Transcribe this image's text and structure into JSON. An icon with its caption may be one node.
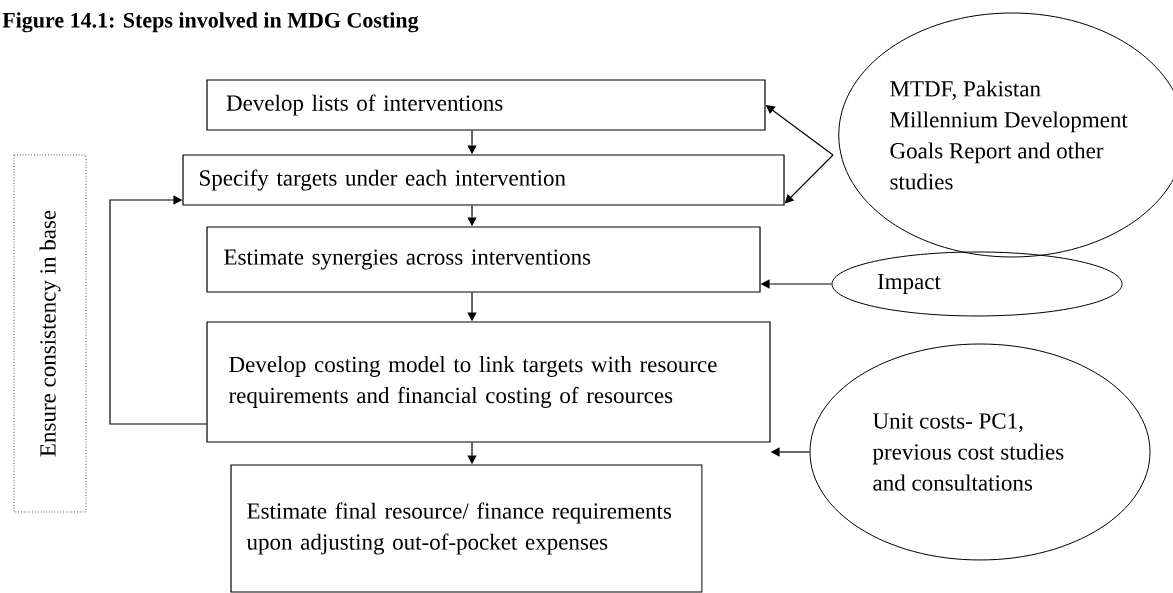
{
  "diagram": {
    "title": "Figure 14.1: Steps involved in MDG Costing",
    "nodes": [
      {
        "text": [
          "Develop lists of interventions"
        ]
      },
      {
        "text": [
          "Specify targets under each intervention"
        ]
      },
      {
        "text": [
          "Estimate synergies across interventions"
        ]
      },
      {
        "text": [
          "Develop costing model to link targets with resource requirements and financial costing of resources"
        ]
      },
      {
        "text": [
          "Estimate final resource/ finance requirements upon adjusting out-of-pocket expenses"
        ]
      },
      {
        "text": [
          "MTDF, Pakistan Millennium Development Goals Report and other studies"
        ]
      },
      {
        "text": [
          "Impact"
        ]
      },
      {
        "text": [
          "Unit costs- PC1, previous cost studies and consultations"
        ]
      },
      {
        "text": [
          "Ensure consistency in base"
        ]
      }
    ],
    "edges": [
      {
        "from": 0,
        "to": 1,
        "arrow": "to"
      },
      {
        "from": 1,
        "to": 2,
        "arrow": "to"
      },
      {
        "from": 2,
        "to": 3,
        "arrow": "to"
      },
      {
        "from": 3,
        "to": 4,
        "arrow": "to"
      },
      {
        "from": 5,
        "to": 0,
        "arrow": "to"
      },
      {
        "from": 5,
        "to": 1,
        "arrow": "to"
      },
      {
        "from": 6,
        "to": 2,
        "arrow": "to"
      },
      {
        "from": 7,
        "to": 3,
        "arrow": "to"
      },
      {
        "from": 3,
        "to": 1,
        "arrow": "to"
      }
    ]
  }
}
